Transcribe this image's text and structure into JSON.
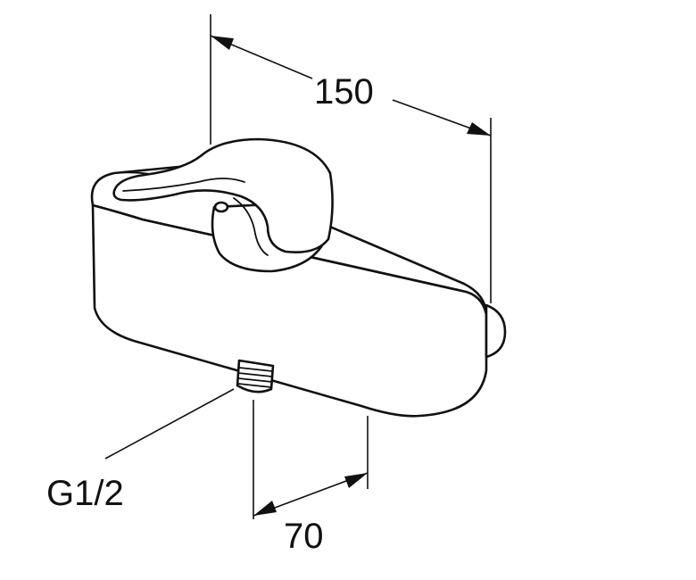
{
  "dimensions": {
    "width_label": "150",
    "depth_label": "70",
    "connection_label": "G1/2"
  }
}
